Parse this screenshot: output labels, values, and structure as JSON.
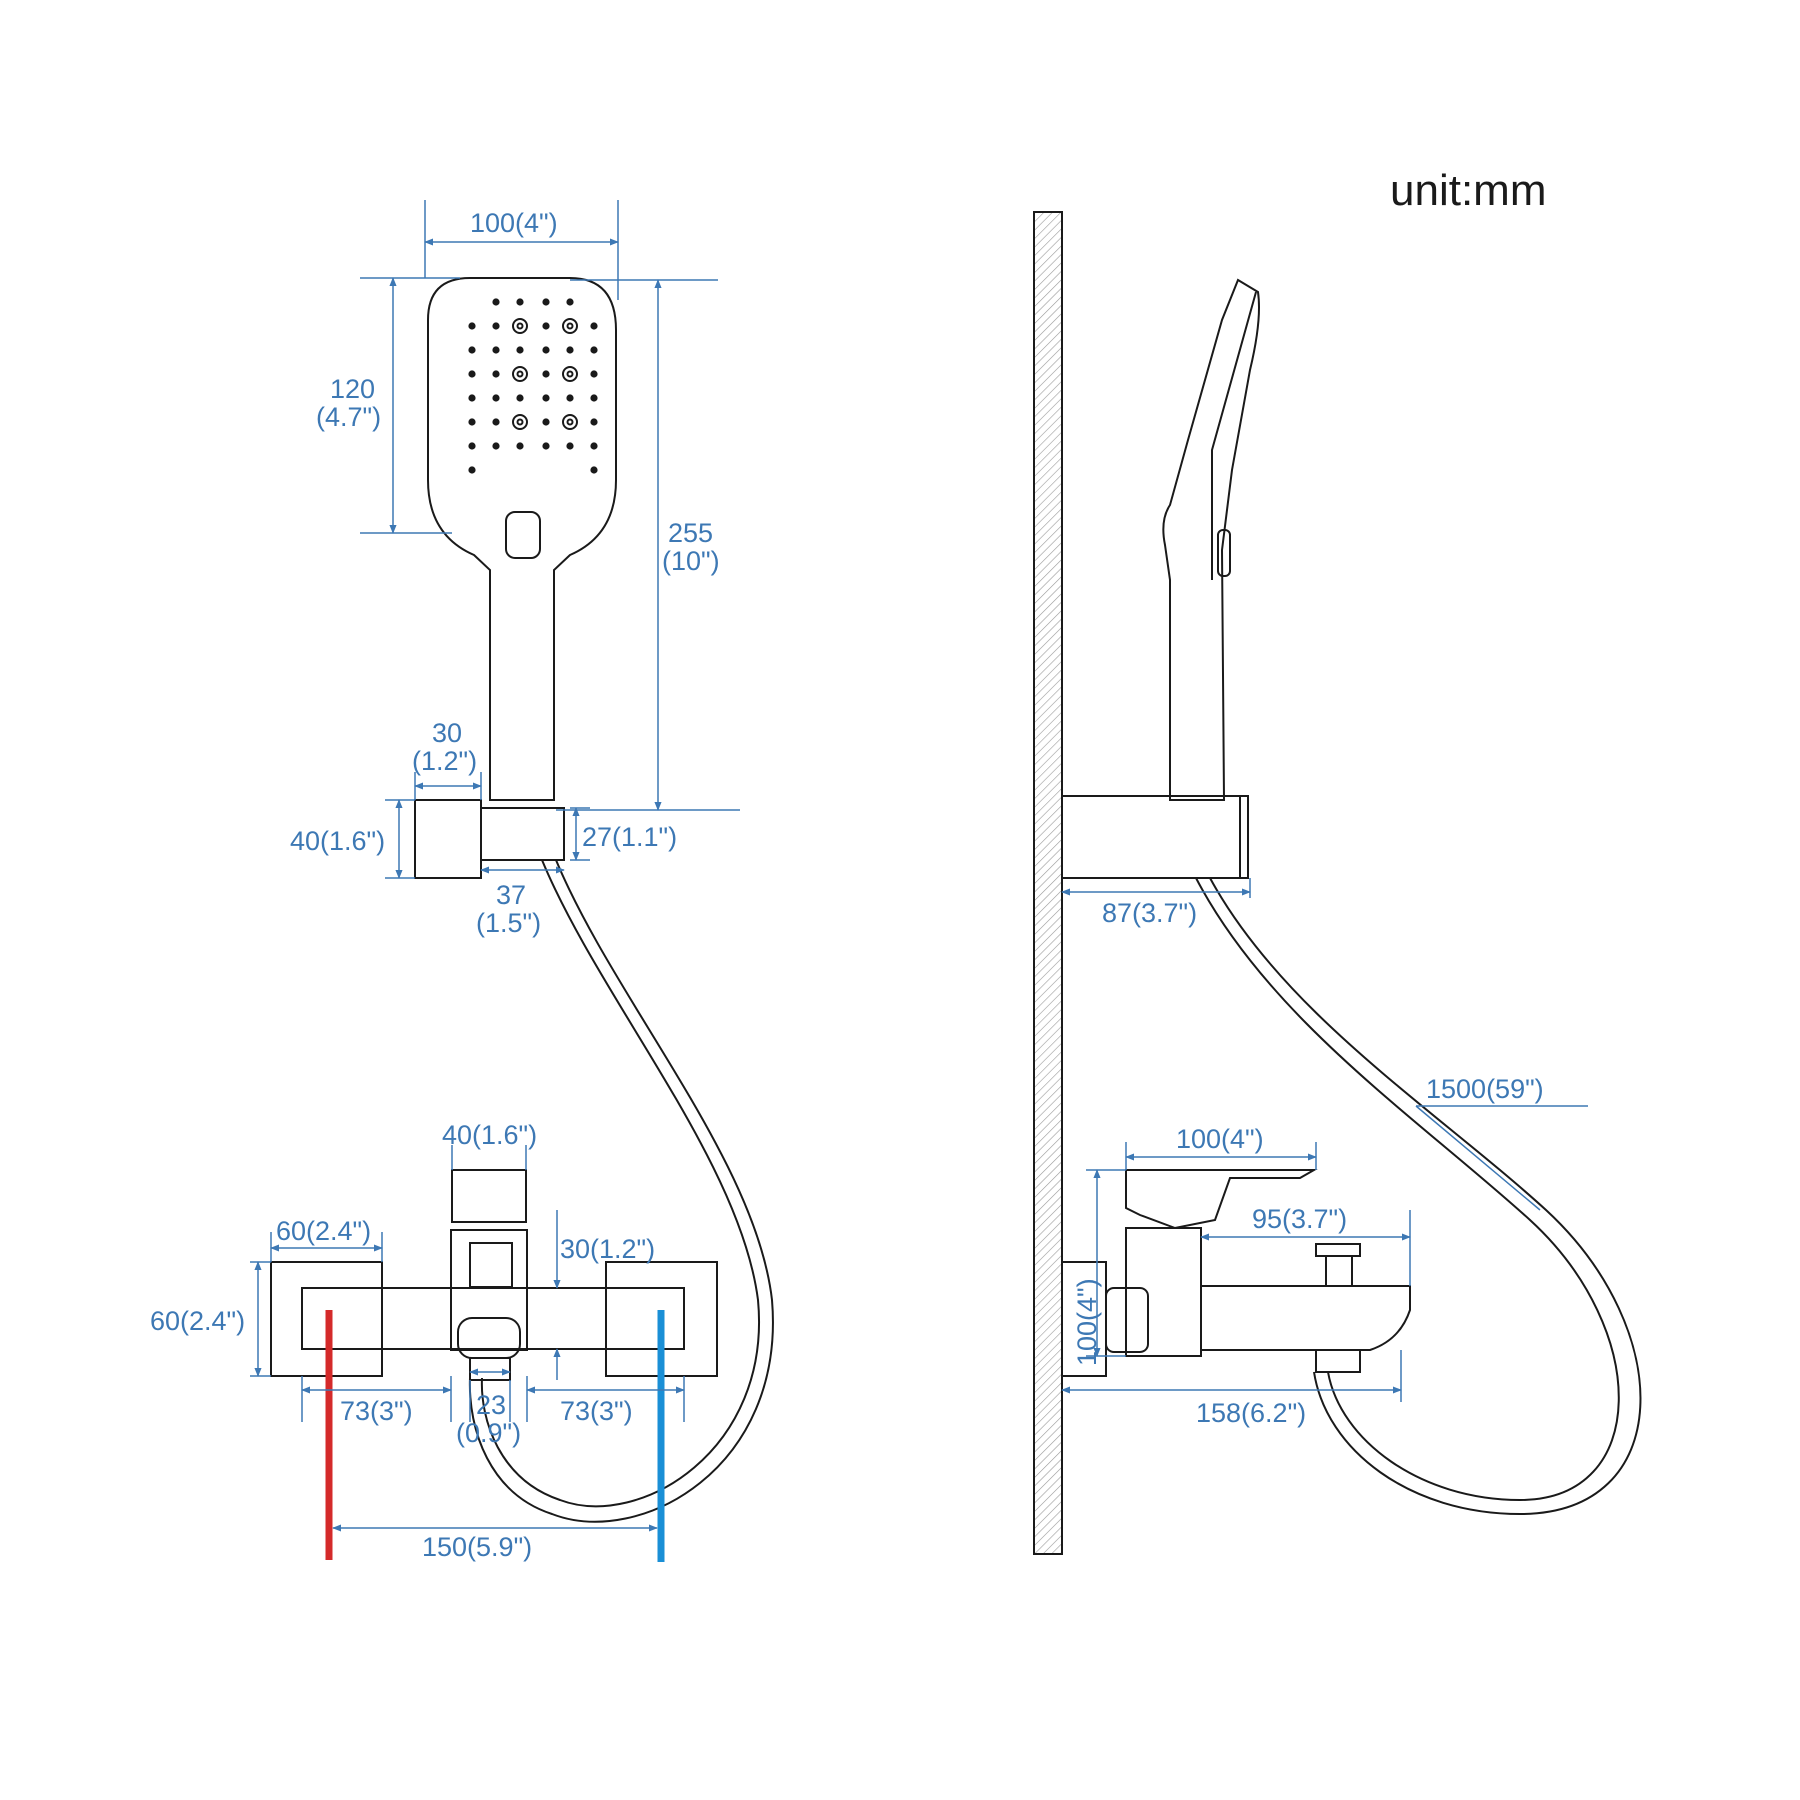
{
  "unit_label": "unit:mm",
  "colors": {
    "outline": "#1a1a1a",
    "dimension": "#3d78b4",
    "hot_pipe": "#d42a2a",
    "cold_pipe": "#1a8fd6",
    "wall_hatch": "#9a9a9a"
  },
  "front_view": {
    "head_width": "100(4\")",
    "head_height_mm": "120",
    "head_height_in": "(4.7\")",
    "total_height_mm": "255",
    "total_height_in": "(10\")",
    "holder_offset_mm": "30",
    "holder_offset_in": "(1.2\")",
    "holder_height": "40(1.6\")",
    "holder_slot": "27(1.1\")",
    "holder_width_mm": "37",
    "holder_width_in": "(1.5\")",
    "diverter_width": "40(1.6\")",
    "flange_width": "60(2.4\")",
    "flange_height": "60(2.4\")",
    "spout_height": "30(1.2\")",
    "left_offset": "73(3\")",
    "right_offset": "73(3\")",
    "outlet_width_mm": "23",
    "outlet_width_in": "(0.9\")",
    "inlet_spacing": "150(5.9\")"
  },
  "side_view": {
    "holder_depth": "87(3.7\")",
    "hose_length": "1500(59\")",
    "lever_length": "100(4\")",
    "body_height": "100(4\")",
    "spout_to_knob": "95(3.7\")",
    "projection": "158(6.2\")"
  }
}
